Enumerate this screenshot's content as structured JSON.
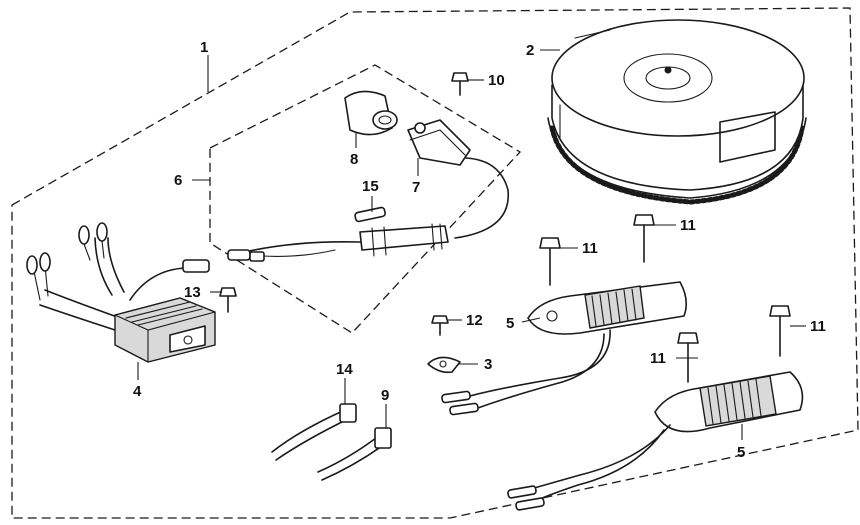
{
  "callouts": [
    {
      "id": "1",
      "text": "1"
    },
    {
      "id": "2",
      "text": "2"
    },
    {
      "id": "3",
      "text": "3"
    },
    {
      "id": "4",
      "text": "4"
    },
    {
      "id": "5a",
      "text": "5"
    },
    {
      "id": "5b",
      "text": "5"
    },
    {
      "id": "6",
      "text": "6"
    },
    {
      "id": "7",
      "text": "7"
    },
    {
      "id": "8",
      "text": "8"
    },
    {
      "id": "9",
      "text": "9"
    },
    {
      "id": "10",
      "text": "10"
    },
    {
      "id": "11a",
      "text": "11"
    },
    {
      "id": "11b",
      "text": "11"
    },
    {
      "id": "11c",
      "text": "11"
    },
    {
      "id": "11d",
      "text": "11"
    },
    {
      "id": "12",
      "text": "12"
    },
    {
      "id": "13",
      "text": "13"
    },
    {
      "id": "14",
      "text": "14"
    },
    {
      "id": "15",
      "text": "15"
    }
  ]
}
